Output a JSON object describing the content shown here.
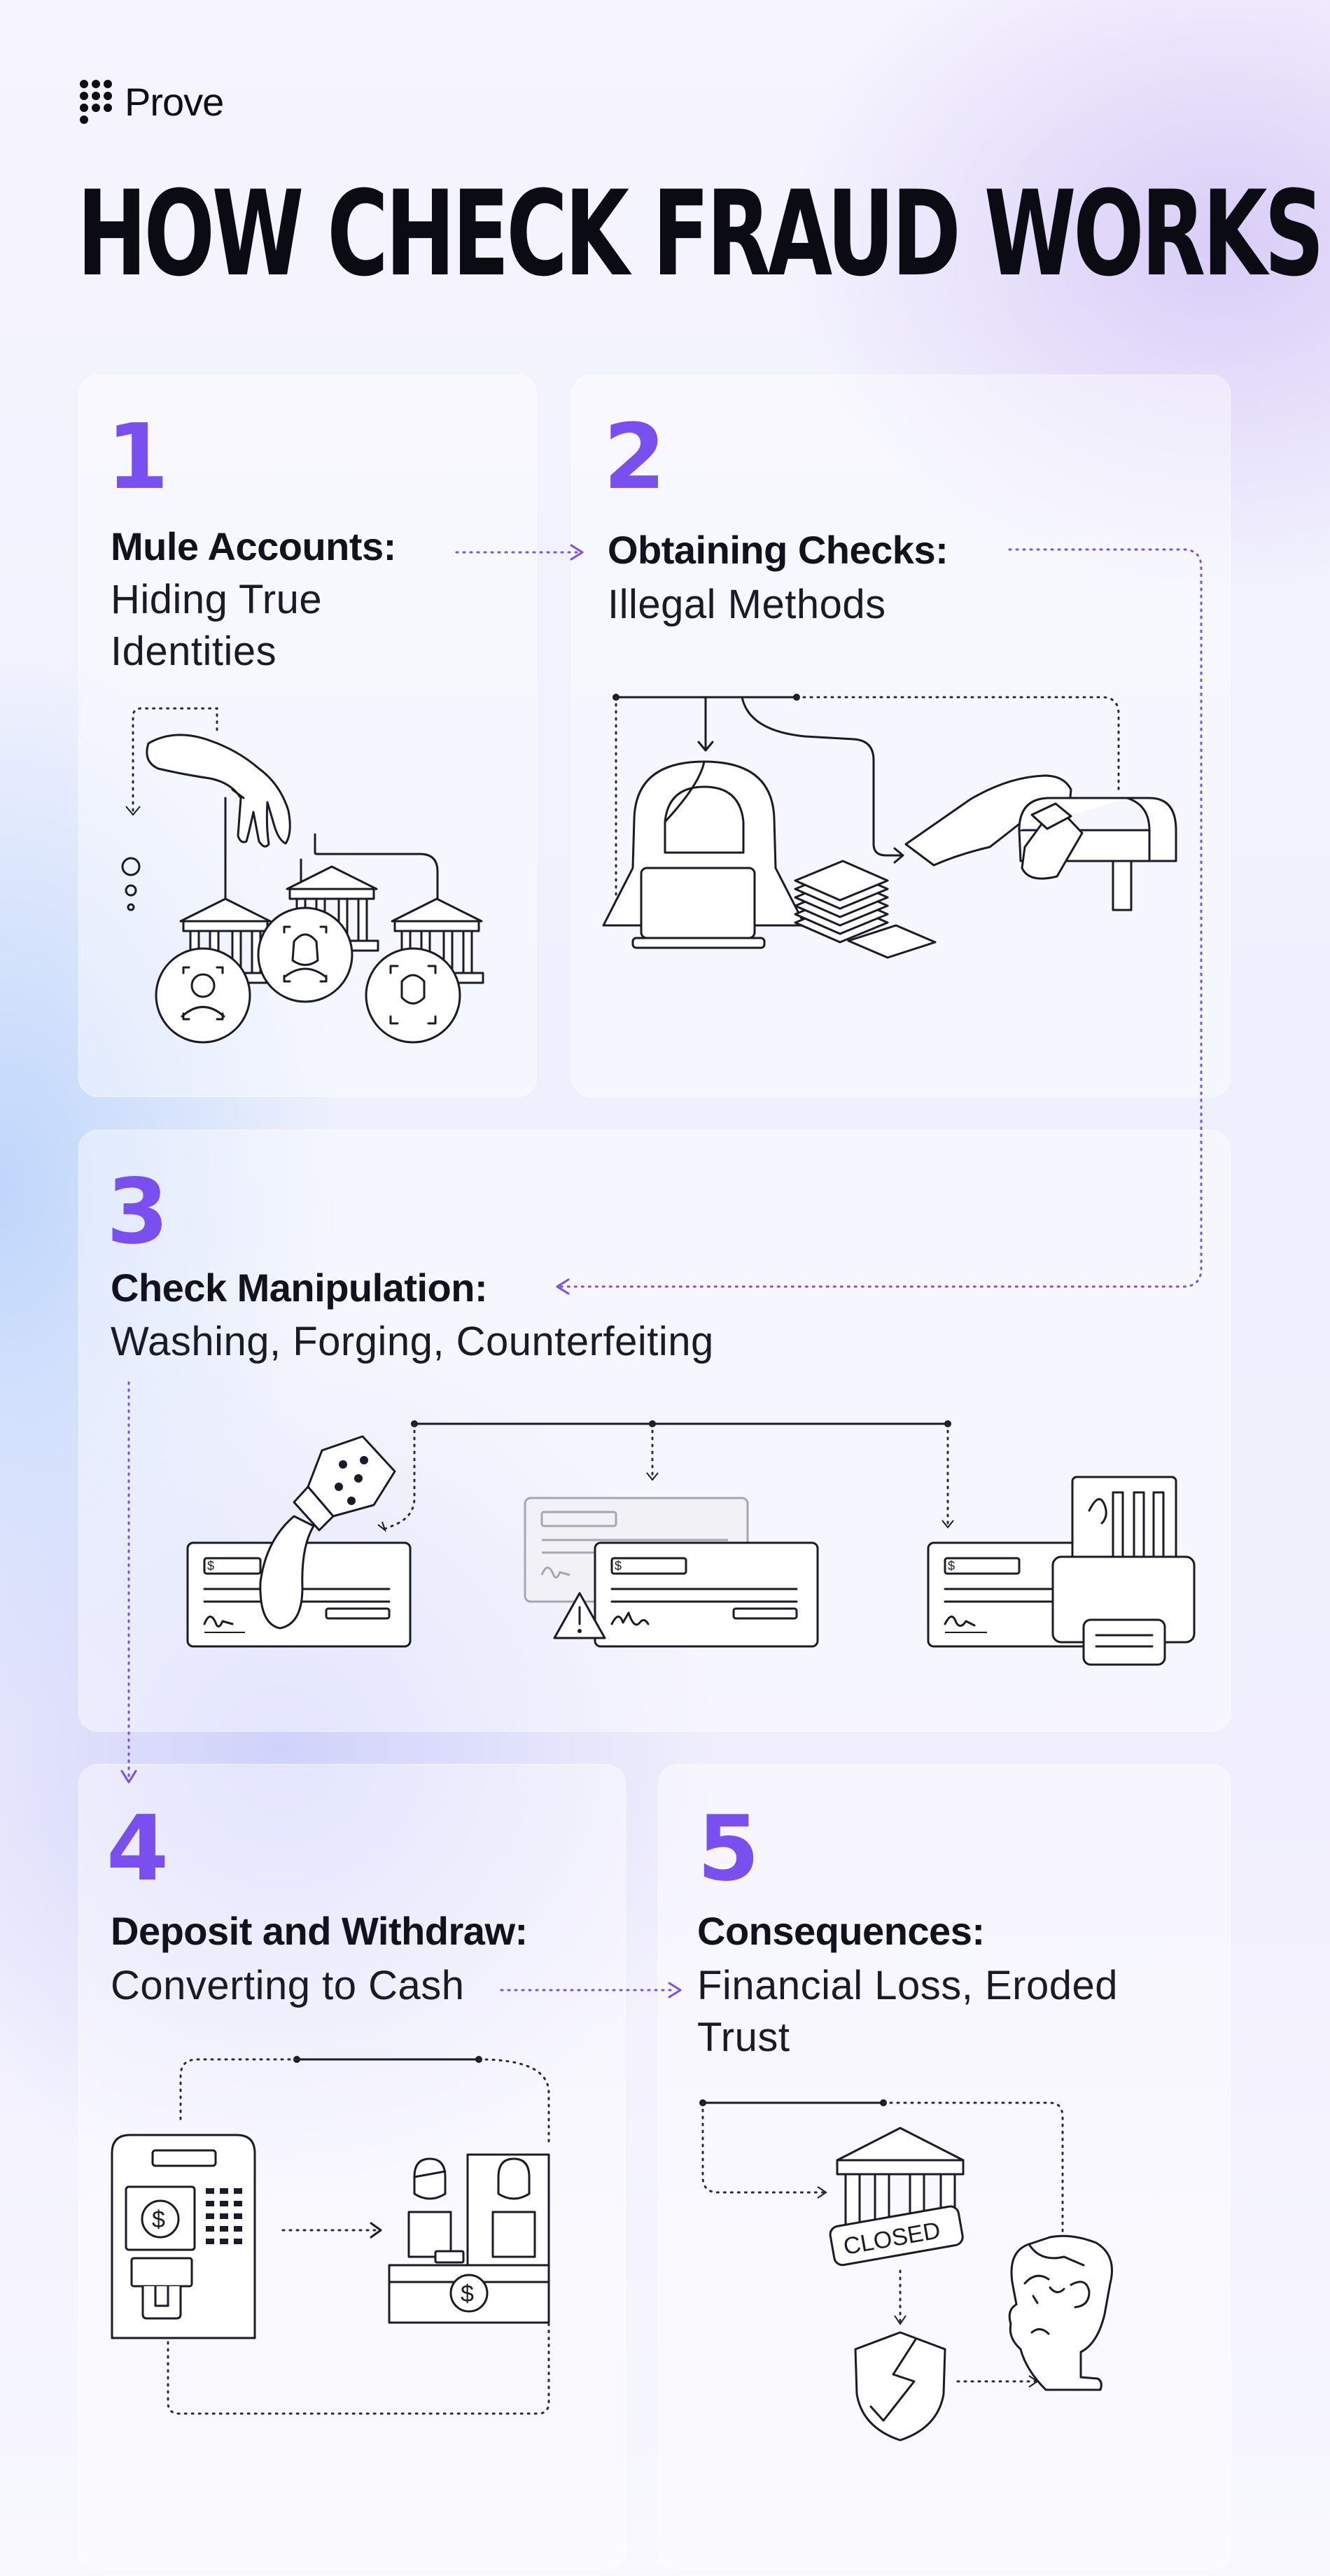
{
  "brand": {
    "name": "Prove",
    "accent": "#7a4ff0"
  },
  "title": "HOW CHECK FRAUD WORKS",
  "steps": [
    {
      "number": "1",
      "heading": "Mule Accounts:",
      "subtitle": "Hiding True Identities"
    },
    {
      "number": "2",
      "heading": "Obtaining Checks:",
      "subtitle": "Illegal Methods"
    },
    {
      "number": "3",
      "heading": "Check Manipulation:",
      "subtitle": "Washing, Forging, Counterfeiting"
    },
    {
      "number": "4",
      "heading": "Deposit and Withdraw:",
      "subtitle": "Converting to Cash"
    },
    {
      "number": "5",
      "heading": "Consequences:",
      "subtitle": "Financial Loss, Eroded Trust"
    }
  ],
  "labels": {
    "closed": "CLOSED",
    "dollar": "$"
  },
  "icons": [
    "prove-logo-icon",
    "hand-icon",
    "bank-icon",
    "user-face-scan-icon",
    "hooded-hacker-icon",
    "laptop-icon",
    "check-stack-icon",
    "mailbox-icon",
    "chemical-bottle-icon",
    "check-icon",
    "warning-icon",
    "printer-icon",
    "atm-icon",
    "bank-teller-icon",
    "closed-bank-icon",
    "broken-shield-icon",
    "distressed-person-icon"
  ]
}
